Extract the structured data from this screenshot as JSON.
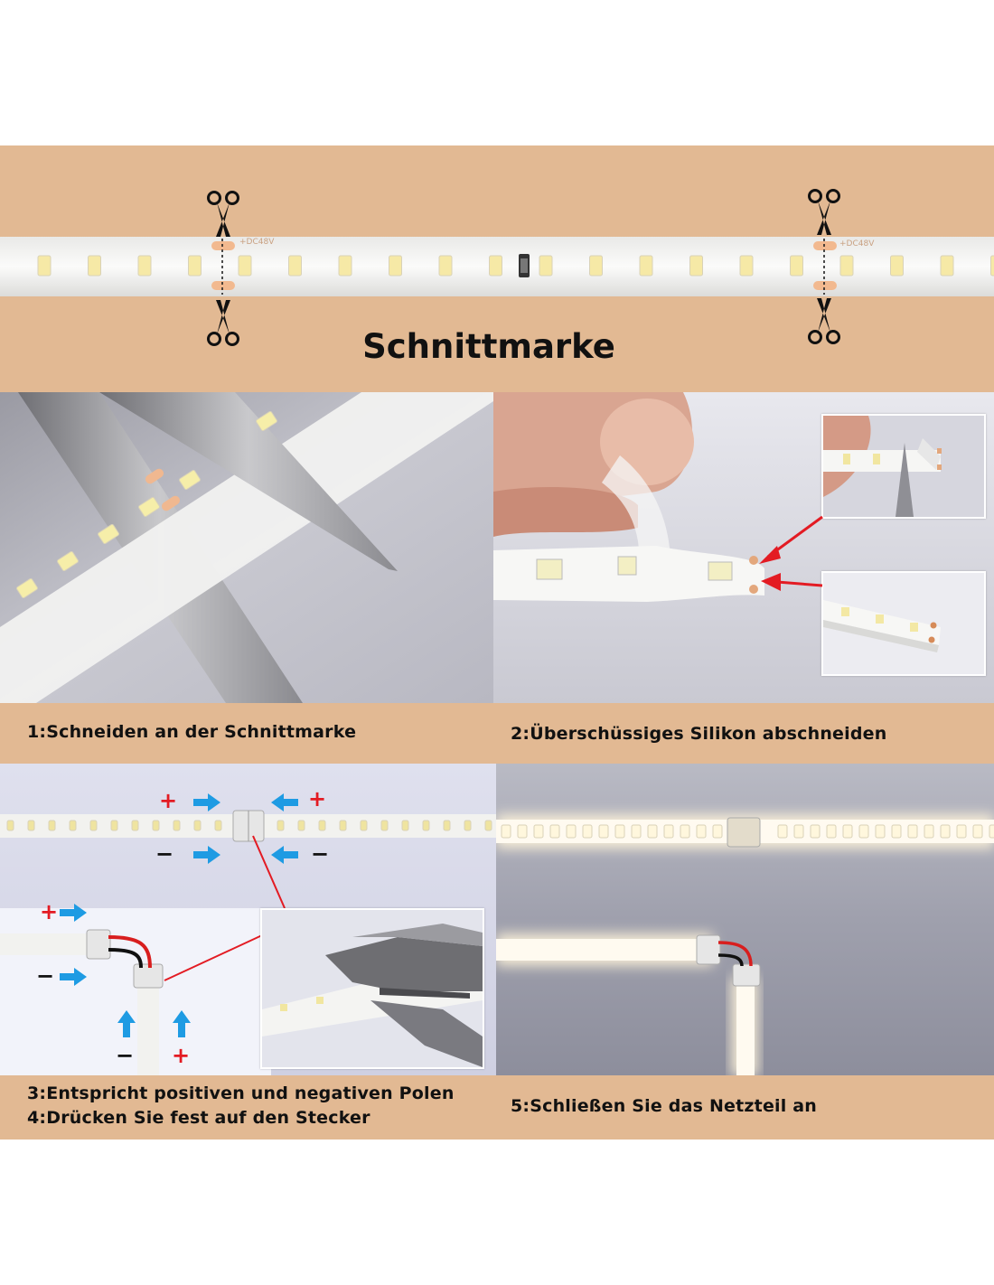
{
  "header": {
    "title": "Schnittmarke",
    "voltage_marking": "+DC48V"
  },
  "steps": {
    "step1": "1:Schneiden an der Schnittmarke",
    "step2": "2:Überschüssiges Silikon abschneiden",
    "step3": "3:Entspricht positiven und negativen Polen",
    "step4": "4:Drücken Sie fest auf den Stecker",
    "step5": "5:Schließen Sie das Netzteil an"
  },
  "polarity": {
    "plus": "+",
    "minus": "−"
  },
  "icons": [
    "scissors-icon",
    "arrow-right-icon",
    "arrow-left-icon",
    "arrow-up-icon",
    "red-pointer-arrow-icon"
  ],
  "colors": {
    "band": "#e2b993",
    "arrow_blue": "#1e9be3",
    "polarity_red": "#e31b23",
    "strip": "#f3f3f1",
    "led": "#f6e9a6"
  }
}
